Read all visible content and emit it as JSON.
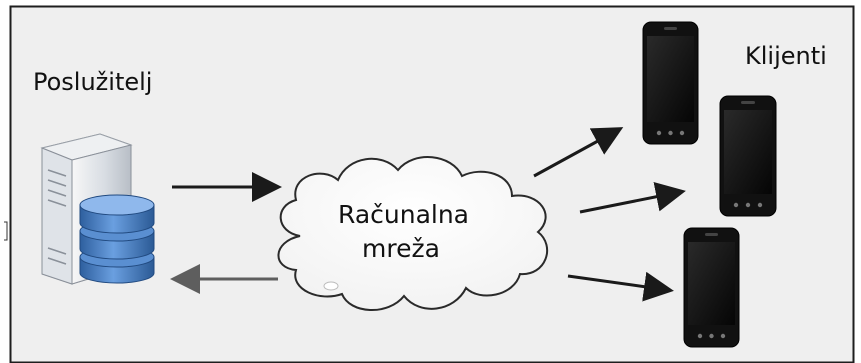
{
  "diagram": {
    "server_label": "Poslužitelj",
    "clients_label": "Klijenti",
    "network_label_line1": "Računalna",
    "network_label_line2": "mreža"
  },
  "colors": {
    "frame_background": "#efefef",
    "frame_border": "#1e1e1e",
    "arrow_outgoing": "#1a1a1a",
    "arrow_incoming": "#5e5e5e",
    "database_blue": "#3f78bf",
    "phone_body": "#111111"
  },
  "icons": {
    "server": "server-icon",
    "database": "database-icon",
    "cloud": "cloud-icon",
    "phone": "smartphone-icon"
  }
}
